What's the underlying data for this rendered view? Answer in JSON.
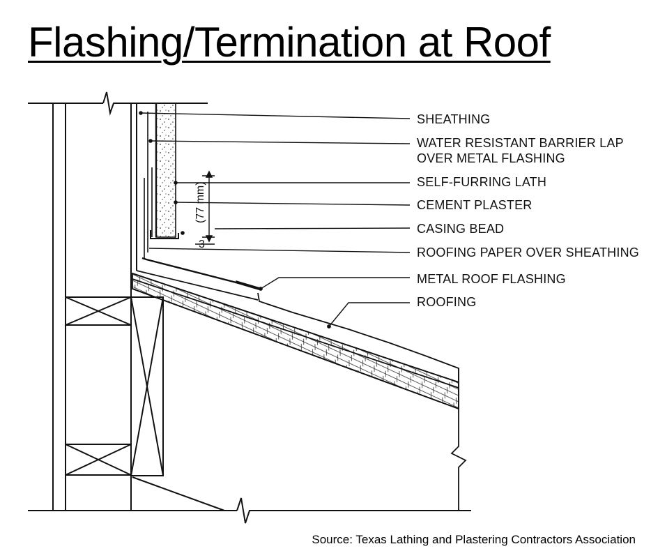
{
  "title": "Flashing/Termination at Roof",
  "labels": {
    "sheathing": "SHEATHING",
    "wrb_line1": "WATER RESISTANT BARRIER LAP",
    "wrb_line2": "OVER METAL FLASHING",
    "lath": "SELF-FURRING LATH",
    "plaster": "CEMENT PLASTER",
    "casing_bead": "CASING BEAD",
    "roofing_paper": "ROOFING PAPER OVER SHEATHING",
    "metal_flashing": "METAL ROOF FLASHING",
    "roofing": "ROOFING"
  },
  "dimensions": {
    "stop_height": "(77 mm)",
    "gap": "3"
  },
  "source": "Source: Texas Lathing and Plastering Contractors Association",
  "colors": {
    "line": "#111111",
    "background": "#ffffff"
  }
}
